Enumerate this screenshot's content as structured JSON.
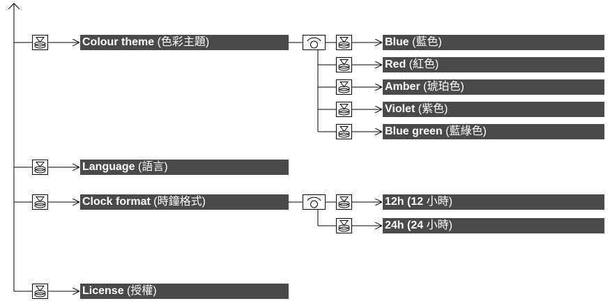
{
  "menu": {
    "items": [
      {
        "name": "Colour theme",
        "note": "(色彩主題)"
      },
      {
        "name": "Language",
        "note": "(語言)"
      },
      {
        "name": "Clock format",
        "note": "(時鐘格式)"
      },
      {
        "name": "License",
        "note": "(授權)"
      }
    ]
  },
  "colour_options": [
    {
      "name": "Blue",
      "note": "(藍色)"
    },
    {
      "name": "Red",
      "note": "(紅色)"
    },
    {
      "name": "Amber",
      "note": "(琥珀色)"
    },
    {
      "name": "Violet",
      "note": "(紫色)"
    },
    {
      "name": "Blue green",
      "note": "(藍綠色)"
    }
  ],
  "clock_options": [
    {
      "name": "12h",
      "note_num": "(12",
      "note_text": " 小時)"
    },
    {
      "name": "24h",
      "note_num": "(24",
      "note_text": " 小時)"
    }
  ],
  "icons": {
    "press": "press-button-icon",
    "rotate": "rotary-knob-icon"
  },
  "colors": {
    "bar": "#4a4a4a",
    "line": "#000000"
  }
}
